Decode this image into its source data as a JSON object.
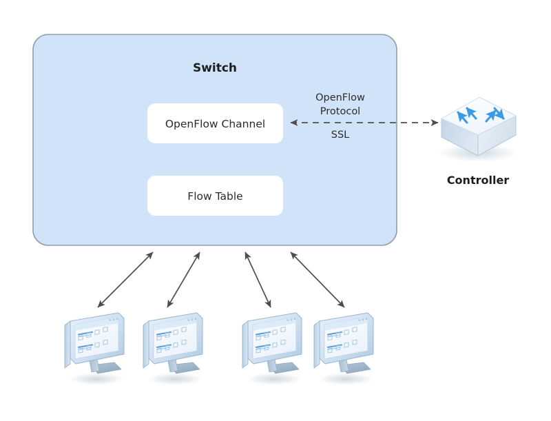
{
  "diagram": {
    "title_node": {
      "label": "Switch",
      "fill": "#d0e3f8",
      "stroke": "#8c9eae"
    },
    "inner_boxes": [
      {
        "label": "OpenFlow Channel",
        "name": "openflow-channel-box"
      },
      {
        "label": "Flow Table",
        "name": "flow-table-box"
      }
    ],
    "link": {
      "label_top_line1": "OpenFlow",
      "label_top_line2": "Protocol",
      "label_bottom": "SSL",
      "style": "dashed-double-arrow",
      "color": "#4d4d4d"
    },
    "controller": {
      "label": "Controller",
      "icon": "network-switch-3d-icon",
      "arrow_color": "#3399e6",
      "body_fill": "#dce7f2",
      "top_fill": "#fbfdff"
    },
    "hosts": [
      {
        "label": "",
        "icon": "desktop-monitor-3d-icon"
      },
      {
        "label": "",
        "icon": "desktop-monitor-3d-icon"
      },
      {
        "label": "",
        "icon": "desktop-monitor-3d-icon"
      },
      {
        "label": "",
        "icon": "desktop-monitor-3d-icon"
      }
    ],
    "host_links": {
      "count": 4,
      "style": "solid-double-arrow",
      "color": "#4d4d4d"
    }
  }
}
